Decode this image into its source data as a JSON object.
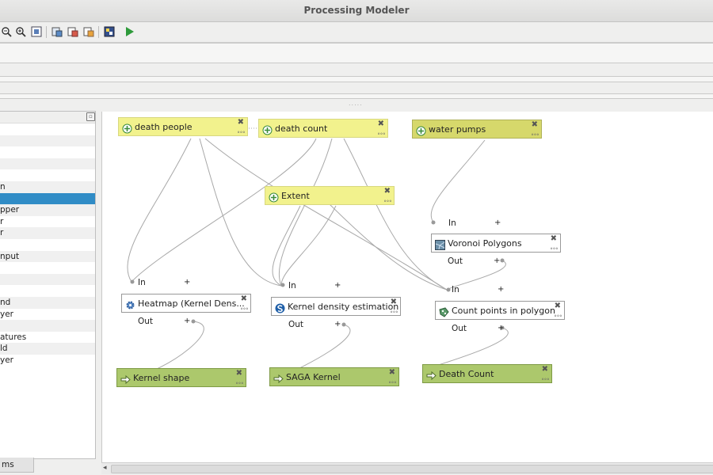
{
  "window": {
    "title": "Processing Modeler"
  },
  "left_panel": {
    "items": [
      {
        "label": "",
        "alt": false,
        "sel": false
      },
      {
        "label": "",
        "alt": true,
        "sel": false
      },
      {
        "label": "",
        "alt": false,
        "sel": false
      },
      {
        "label": "",
        "alt": true,
        "sel": false
      },
      {
        "label": "",
        "alt": false,
        "sel": false
      },
      {
        "label": "n",
        "alt": true,
        "sel": false
      },
      {
        "label": "",
        "alt": false,
        "sel": true
      },
      {
        "label": "pper",
        "alt": true,
        "sel": false
      },
      {
        "label": "r",
        "alt": false,
        "sel": false
      },
      {
        "label": "r",
        "alt": true,
        "sel": false
      },
      {
        "label": "",
        "alt": false,
        "sel": false
      },
      {
        "label": "nput",
        "alt": true,
        "sel": false
      },
      {
        "label": "",
        "alt": false,
        "sel": false
      },
      {
        "label": "",
        "alt": true,
        "sel": false
      },
      {
        "label": "",
        "alt": false,
        "sel": false
      },
      {
        "label": "nd",
        "alt": true,
        "sel": false
      },
      {
        "label": "yer",
        "alt": false,
        "sel": false
      },
      {
        "label": "",
        "alt": true,
        "sel": false
      },
      {
        "label": "atures",
        "alt": false,
        "sel": false
      },
      {
        "label": "ld",
        "alt": true,
        "sel": false
      },
      {
        "label": "yer",
        "alt": false,
        "sel": false
      }
    ],
    "bottom_tab": "ms"
  },
  "nodes": {
    "death_people": "death people",
    "death_count": "death count",
    "water_pumps": "water pumps",
    "extent": "Extent",
    "voronoi": "Voronoi Polygons",
    "heatmap": "Heatmap (Kernel Dens...",
    "kde": "Kernel density estimation",
    "count_points": "Count points in polygon",
    "kernel_shape": "Kernel shape",
    "saga_kernel": "SAGA Kernel",
    "death_count_out": "Death Count"
  },
  "ports": {
    "in": "In",
    "out": "Out",
    "plus": "+"
  },
  "icons": {
    "input": "plus-cross-icon",
    "heatmap": "gear-icon",
    "kde": "saga-icon",
    "voronoi": "voronoi-icon",
    "count_points": "count-points-icon",
    "output": "arrow-right-icon"
  },
  "colors": {
    "input_node": "#f2f28d",
    "input_node_selected": "#d6d86b",
    "output_node": "#acc86c",
    "selection": "#308cc6"
  }
}
